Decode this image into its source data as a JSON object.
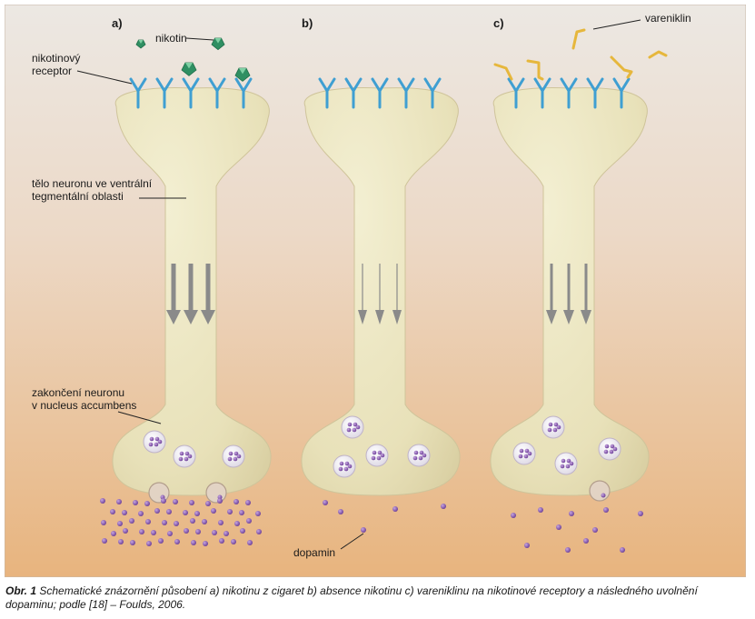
{
  "panels": [
    {
      "letter": "a)",
      "condition": "nicotine",
      "arrow_strength": "strong",
      "vesicles": 3,
      "dopamine_level": "high"
    },
    {
      "letter": "b)",
      "condition": "none",
      "arrow_strength": "weak",
      "vesicles": 4,
      "dopamine_level": "low"
    },
    {
      "letter": "c)",
      "condition": "varenicline",
      "arrow_strength": "medium",
      "vesicles": 4,
      "dopamine_level": "medium"
    }
  ],
  "labels": {
    "nicotine": "nikotin",
    "receptor_line1": "nikotinový",
    "receptor_line2": "receptor",
    "body_line1": "tělo neuronu ve ventrální",
    "body_line2": "tegmentální oblasti",
    "terminal_line1": "zakončení neuronu",
    "terminal_line2": "v nucleus accumbens",
    "varenicline": "vareniklin",
    "dopamine": "dopamin"
  },
  "caption": {
    "prefix": "Obr. 1",
    "text": " Schematické znázornění působení a) nikotinu z cigaret b) absence nikotinu c) vareniklinu na nikotinové receptory a následného uvolnění dopaminu; podle [18] – Foulds, 2006."
  },
  "colors": {
    "background_top": "#ebe5de",
    "background_bottom": "#e9b47c",
    "neuron_fill": "#ece6c0",
    "receptor": "#3f9fd2",
    "nicotine": "#2f8f62",
    "varenicline": "#e6b73c",
    "dopamine": "#7b4aa5",
    "arrow": "#8a8a8a"
  }
}
